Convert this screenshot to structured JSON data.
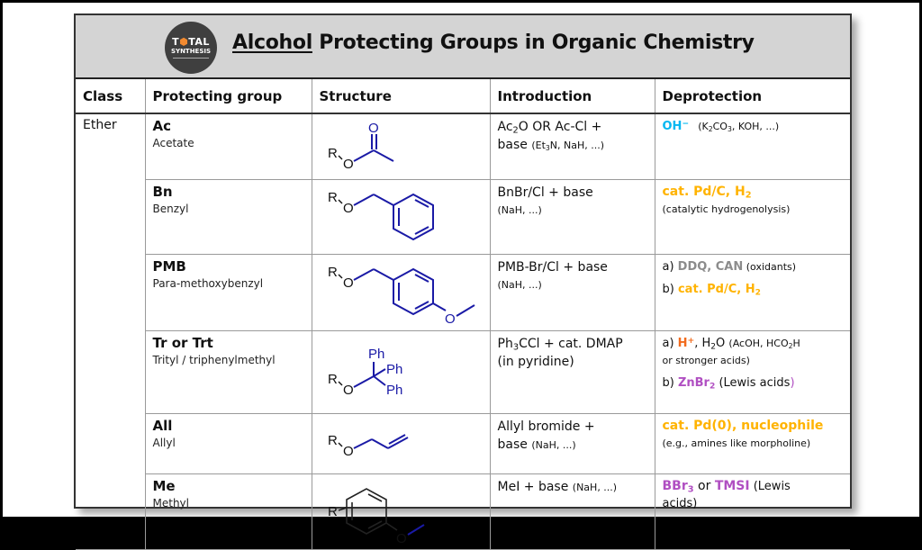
{
  "header": {
    "logo": {
      "line1": "TOTAL",
      "line1_hex_letter": "O",
      "line2": "SYNTHESIS"
    },
    "title_underlined": "Alcohol",
    "title_rest": " Protecting Groups in Organic Chemistry"
  },
  "colors": {
    "structure_blue": "#1a1aa6",
    "hydroxide_cyan": "#00b7f1",
    "pd_gold": "#ffb300",
    "ddq_gray": "#8c8c8c",
    "acid_orange": "#f26b1d",
    "lewis_purple": "#b04fc2",
    "title_bar": "#d4d4d4",
    "logo_dark": "#3f3f3f",
    "logo_accent": "#f28a30"
  },
  "table": {
    "columns": [
      "Class",
      "Protecting group",
      "Structure",
      "Introduction",
      "Deprotection"
    ],
    "class_label": "Ether",
    "rows": [
      {
        "abbr": "Ac",
        "name": "Acetate",
        "structure": "R-O-C(=O)-CH3",
        "intro": {
          "main_a": "Ac",
          "main_a_sub": "2",
          "main_b": "O OR Ac-Cl +",
          "main_c": "base ",
          "small_a": "(Et",
          "small_a_sub": "3",
          "small_b": "N, NaH, ...)"
        },
        "deprot": {
          "reagent": "OH",
          "reagent_sup": "−",
          "note_a": "(K",
          "note_a_sub": "2",
          "note_b": "CO",
          "note_b_sub": "3",
          "note_c": ", KOH, ...)"
        }
      },
      {
        "abbr": "Bn",
        "name": "Benzyl",
        "structure": "R-O-CH2-Ph",
        "intro": {
          "main": "BnBr/Cl + base",
          "small": "(NaH, ...)"
        },
        "deprot": {
          "reagent": "cat. Pd/C, H",
          "reagent_sub": "2",
          "note": "(catalytic hydrogenolysis)"
        }
      },
      {
        "abbr": "PMB",
        "name": "Para-methoxybenzyl",
        "structure": "R-O-CH2-C6H4-OMe",
        "intro": {
          "main": "PMB-Br/Cl + base",
          "small": "(NaH, ...)"
        },
        "deprot": {
          "a_prefix": "a) ",
          "a_reagent": "DDQ, CAN",
          "a_note": " (oxidants)",
          "b_prefix": "b) ",
          "b_reagent": "cat. Pd/C, H",
          "b_reagent_sub": "2"
        }
      },
      {
        "abbr": "Tr or Trt",
        "name": "Trityl / triphenylmethyl",
        "structure": "R-O-CPh3",
        "structure_labels": [
          "Ph",
          "Ph",
          "Ph"
        ],
        "intro": {
          "main_a": "Ph",
          "main_a_sub": "3",
          "main_b": "CCl + cat. DMAP",
          "main_c": "(in pyridine)"
        },
        "deprot": {
          "a_prefix": "a) ",
          "a_reagent": "H",
          "a_reagent_sup": "+",
          "a_mid": ", H",
          "a_mid_sub": "2",
          "a_mid2": "O ",
          "a_note_a": "(AcOH, HCO",
          "a_note_sub": "2",
          "a_note_b": "H",
          "a_note_c": "or stronger acids)",
          "b_prefix": "b) ",
          "b_reagent": "ZnBr",
          "b_reagent_sub": "2",
          "b_note": " (Lewis acids",
          "b_note_close": ")"
        }
      },
      {
        "abbr": "All",
        "name": "Allyl",
        "structure": "R-O-CH2-CH=CH2",
        "intro": {
          "main_a": "Allyl bromide +",
          "main_b": "base ",
          "small": "(NaH, ...)"
        },
        "deprot": {
          "reagent": "cat. Pd(0), nucleophile",
          "note": "(e.g., amines like morpholine)"
        }
      },
      {
        "abbr": "Me",
        "name": "Methyl",
        "structure": "R-C6H4-OMe",
        "intro": {
          "main": "MeI + base ",
          "small": "(NaH,  ...)"
        },
        "deprot": {
          "r1": "BBr",
          "r1_sub": "3",
          "mid": " or ",
          "r2": "TMSI",
          "note_a": " (Lewis",
          "note_b": "acids)"
        }
      }
    ]
  },
  "structure_atoms": {
    "R": "R",
    "O": "O"
  }
}
